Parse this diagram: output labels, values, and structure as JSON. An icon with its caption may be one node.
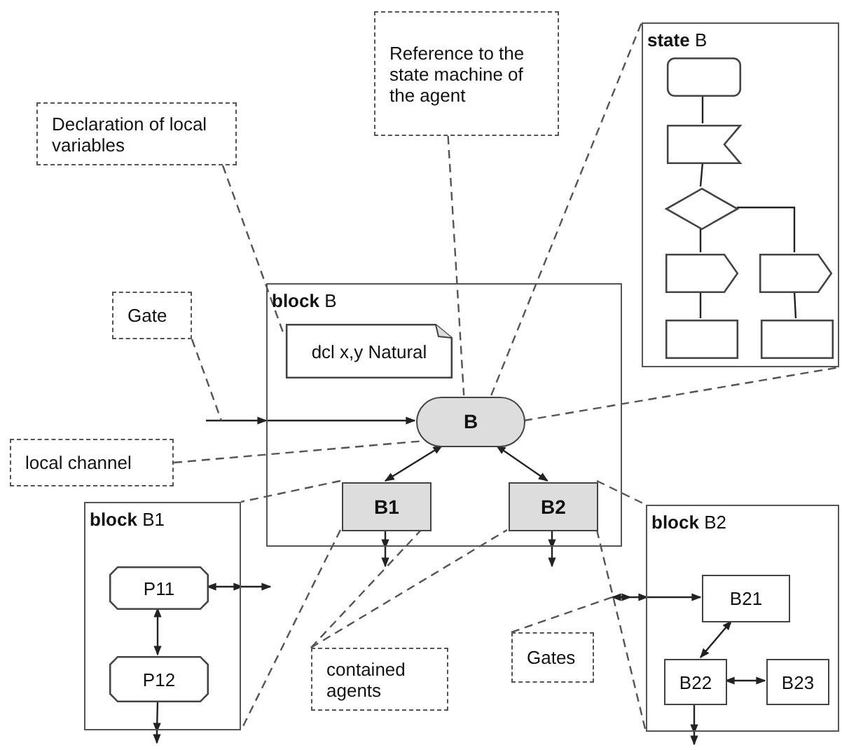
{
  "diagram": {
    "nodes": [
      {
        "text": [
          "Declaration of local variables"
        ]
      },
      {
        "text": [
          "Reference to the state machine of the agent"
        ]
      },
      {
        "text": [
          "**state** B"
        ]
      },
      {
        "text": [],
        "shape": "box",
        "in": 2
      },
      {
        "text": [],
        "shape": "flag",
        "in": 2
      },
      {
        "text": [],
        "shape": "diamond",
        "in": 2
      },
      {
        "text": [],
        "shape": "pentagon",
        "in": 2
      },
      {
        "text": [],
        "shape": "pentagon",
        "in": 2
      },
      {
        "text": [],
        "shape": "box",
        "in": 2
      },
      {
        "text": [],
        "shape": "box",
        "in": 2
      },
      {
        "text": [
          "Gate"
        ]
      },
      {
        "text": [
          "**block** B"
        ]
      },
      {
        "text": [
          "dcl x,y Natural"
        ],
        "in": 11
      },
      {
        "text": [
          "B"
        ],
        "in": 11
      },
      {
        "text": [
          "local channel"
        ]
      },
      {
        "text": [
          "B1"
        ],
        "in": 11
      },
      {
        "text": [
          "B2"
        ],
        "in": 11
      },
      {
        "text": [
          "**block** B1"
        ]
      },
      {
        "text": [
          "P11"
        ],
        "in": 17
      },
      {
        "text": [
          "P12"
        ],
        "in": 17
      },
      {
        "text": [
          "**block** B2"
        ]
      },
      {
        "text": [
          "B21"
        ],
        "in": 20
      },
      {
        "text": [
          "B22"
        ],
        "in": 20
      },
      {
        "text": [
          "B23"
        ],
        "in": 20
      },
      {
        "text": [
          "contained agents"
        ]
      },
      {
        "text": [
          "Gates"
        ]
      }
    ],
    "edges": [
      {
        "from": 3,
        "to": 4,
        "arrow": "none"
      },
      {
        "from": 4,
        "to": 5,
        "arrow": "none"
      },
      {
        "from": 5,
        "to": 6,
        "arrow": "none"
      },
      {
        "from": 5,
        "to": 7,
        "arrow": "none"
      },
      {
        "from": 6,
        "to": 8,
        "arrow": "none"
      },
      {
        "from": 7,
        "to": 9,
        "arrow": "none"
      },
      {
        "from": null,
        "to": 13,
        "arrow": "to"
      },
      {
        "from": 13,
        "to": 15,
        "arrow": "both"
      },
      {
        "from": 13,
        "to": 16,
        "arrow": "both"
      },
      {
        "from": 15,
        "to": null,
        "arrow": "to"
      },
      {
        "from": 16,
        "to": null,
        "arrow": "to"
      },
      {
        "from": 18,
        "to": 19,
        "arrow": "both"
      },
      {
        "from": 18,
        "to": null,
        "arrow": "both"
      },
      {
        "from": 19,
        "to": null,
        "arrow": "to"
      },
      {
        "from": null,
        "to": 21,
        "arrow": "both"
      },
      {
        "from": 21,
        "to": 22,
        "arrow": "both"
      },
      {
        "from": 22,
        "to": 23,
        "arrow": "both"
      },
      {
        "from": 22,
        "to": null,
        "arrow": "to"
      },
      {
        "from": 0,
        "to": 12,
        "arrow": "none",
        "style": "dashed"
      },
      {
        "from": 1,
        "to": 13,
        "arrow": "none",
        "style": "dashed"
      },
      {
        "from": 10,
        "to": null,
        "arrow": "none",
        "style": "dashed"
      },
      {
        "from": 14,
        "to": 13,
        "arrow": "none",
        "style": "dashed"
      },
      {
        "from": 13,
        "to": 2,
        "arrow": "none",
        "style": "dashed"
      },
      {
        "from": 13,
        "to": 2,
        "arrow": "none",
        "style": "dashed"
      },
      {
        "from": 15,
        "to": 17,
        "arrow": "none",
        "style": "dashed"
      },
      {
        "from": 15,
        "to": 17,
        "arrow": "none",
        "style": "dashed"
      },
      {
        "from": 16,
        "to": 20,
        "arrow": "none",
        "style": "dashed"
      },
      {
        "from": 16,
        "to": 20,
        "arrow": "none",
        "style": "dashed"
      },
      {
        "from": 24,
        "to": 15,
        "arrow": "none",
        "style": "dashed"
      },
      {
        "from": 24,
        "to": 16,
        "arrow": "none",
        "style": "dashed"
      },
      {
        "from": 25,
        "to": null,
        "arrow": "none",
        "style": "dashed"
      }
    ]
  }
}
